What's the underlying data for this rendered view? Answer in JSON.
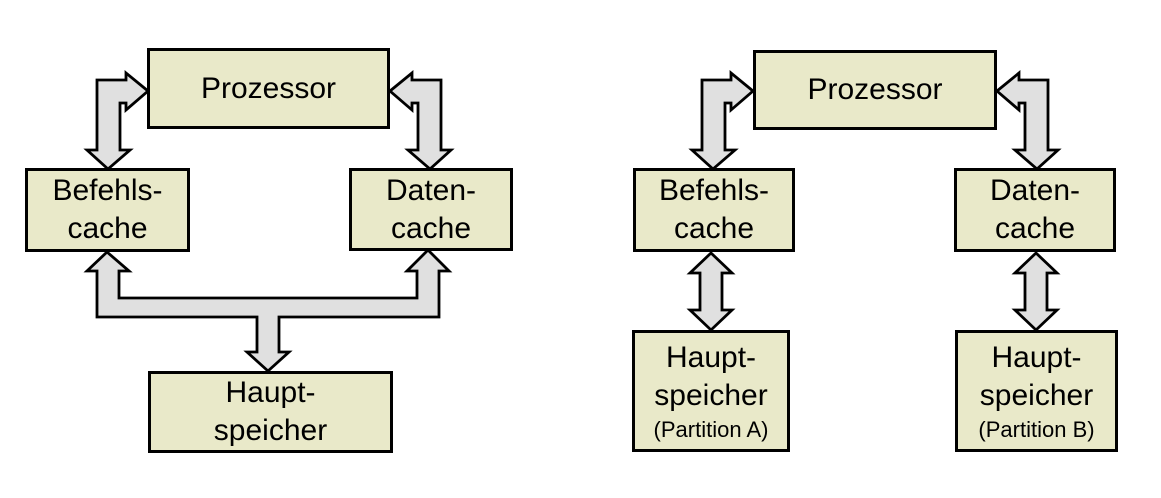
{
  "colors": {
    "box_fill": "#e9e9c9",
    "box_border": "#000000",
    "arrow_fill": "#e0e0e0",
    "arrow_border": "#000000",
    "page_background": "#ffffff",
    "text_color": "#000000"
  },
  "diagrams": [
    {
      "name": "shared-main-memory",
      "nodes": {
        "prozessor": {
          "lines": [
            "Prozessor"
          ]
        },
        "befehls_cache": {
          "lines": [
            "Befehls-",
            "cache"
          ]
        },
        "daten_cache": {
          "lines": [
            "Daten-",
            "cache"
          ]
        },
        "hauptspeicher": {
          "lines": [
            "Haupt-",
            "speicher"
          ]
        }
      },
      "connections": [
        {
          "from": "Prozessor",
          "to": "Befehls-cache",
          "bidirectional": true,
          "shape": "bent-double-arrow"
        },
        {
          "from": "Prozessor",
          "to": "Daten-cache",
          "bidirectional": true,
          "shape": "bent-double-arrow"
        },
        {
          "from": "Hauptspeicher",
          "to": "Befehls-cache + Daten-cache",
          "bidirectional": true,
          "shape": "forked-double-arrow"
        }
      ]
    },
    {
      "name": "partitioned-main-memory",
      "nodes": {
        "prozessor": {
          "lines": [
            "Prozessor"
          ]
        },
        "befehls_cache": {
          "lines": [
            "Befehls-",
            "cache"
          ]
        },
        "daten_cache": {
          "lines": [
            "Daten-",
            "cache"
          ]
        },
        "hauptspeicher_a": {
          "lines": [
            "Haupt-",
            "speicher"
          ],
          "sublabel": "(Partition A)"
        },
        "hauptspeicher_b": {
          "lines": [
            "Haupt-",
            "speicher"
          ],
          "sublabel": "(Partition B)"
        }
      },
      "connections": [
        {
          "from": "Prozessor",
          "to": "Befehls-cache",
          "bidirectional": true,
          "shape": "bent-double-arrow"
        },
        {
          "from": "Prozessor",
          "to": "Daten-cache",
          "bidirectional": true,
          "shape": "bent-double-arrow"
        },
        {
          "from": "Befehls-cache",
          "to": "Hauptspeicher (Partition A)",
          "bidirectional": true,
          "shape": "vertical-double-arrow"
        },
        {
          "from": "Daten-cache",
          "to": "Hauptspeicher (Partition B)",
          "bidirectional": true,
          "shape": "vertical-double-arrow"
        }
      ]
    }
  ]
}
